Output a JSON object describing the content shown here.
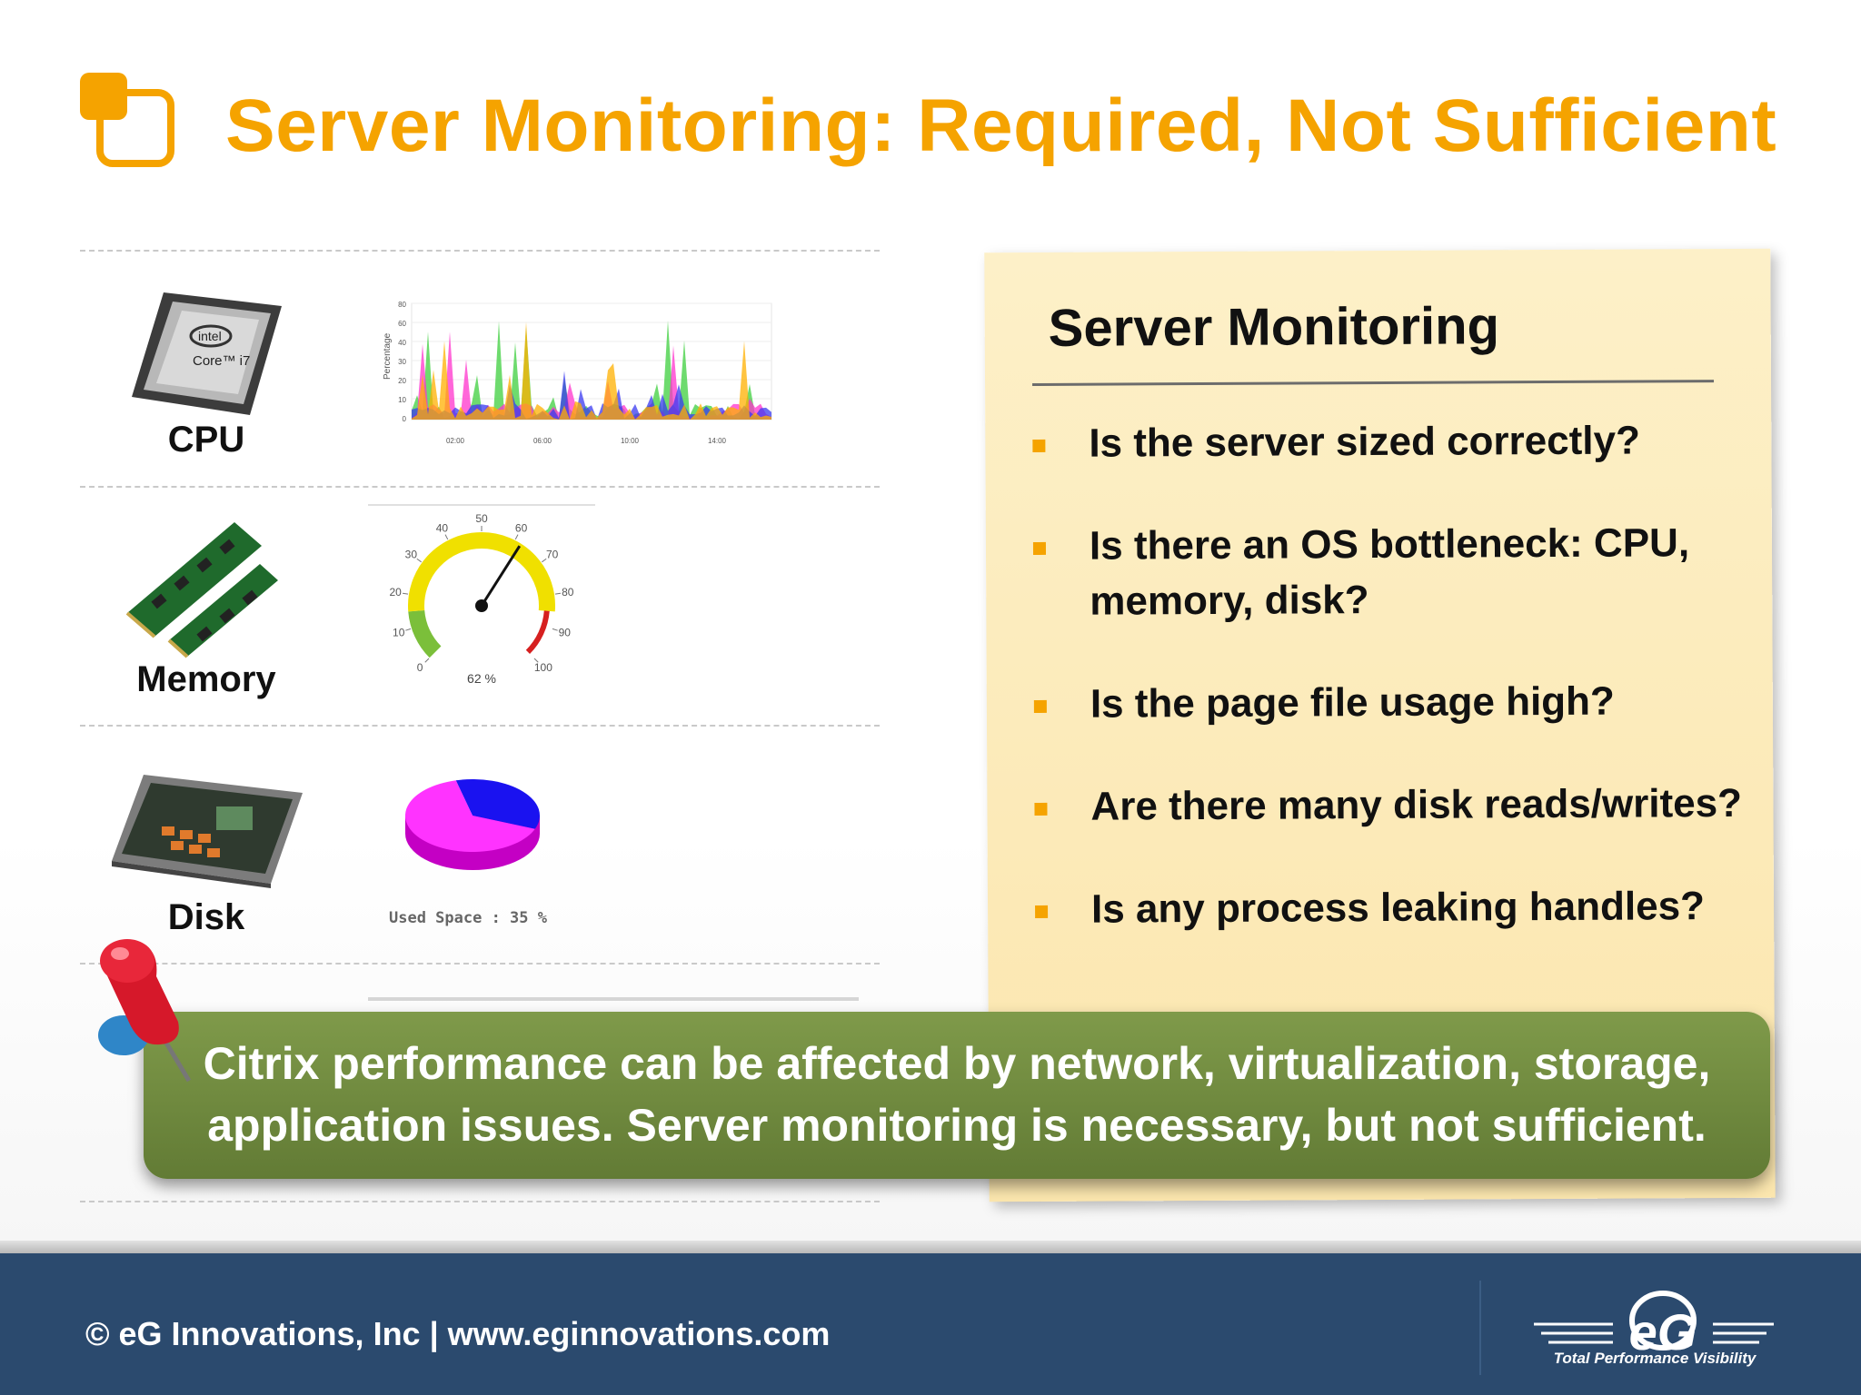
{
  "header": {
    "title": "Server Monitoring: Required, Not Sufficient"
  },
  "rows": [
    {
      "label": "CPU"
    },
    {
      "label": "Memory"
    },
    {
      "label": "Disk"
    }
  ],
  "cpu_chart": {
    "ylabel": "Percentage",
    "y_ticks": [
      "80",
      "60",
      "40",
      "30",
      "20",
      "10",
      "0"
    ],
    "x_ticks": [
      "02:00",
      "06:00",
      "10:00",
      "14:00"
    ]
  },
  "memory_gauge": {
    "ticks": [
      "0",
      "10",
      "20",
      "30",
      "40",
      "50",
      "60",
      "70",
      "80",
      "90",
      "100"
    ],
    "value": 62,
    "reading": "62 %"
  },
  "disk_chart": {
    "used_percent": 35,
    "caption": "Used Space : 35 %"
  },
  "note": {
    "title": "Server Monitoring",
    "bullets": [
      "Is the server sized correctly?",
      "Is there an OS bottleneck: CPU, memory, disk?",
      "Is the page file usage high?",
      "Are there many disk reads/writes?",
      "Is any process leaking handles?"
    ]
  },
  "banner": {
    "line1": "Citrix performance can be affected by network, virtualization, storage,",
    "line2": "application issues. Server monitoring is necessary, but not sufficient."
  },
  "footer": {
    "text": "© eG Innovations, Inc  |  www.eginnovations.com",
    "logo_text": "eG",
    "tagline": "Total Performance Visibility"
  },
  "colors": {
    "title": "#f5a300",
    "footer": "#2b4a6e",
    "banner": "#6f8a3f",
    "note": "#fbe6ae"
  }
}
